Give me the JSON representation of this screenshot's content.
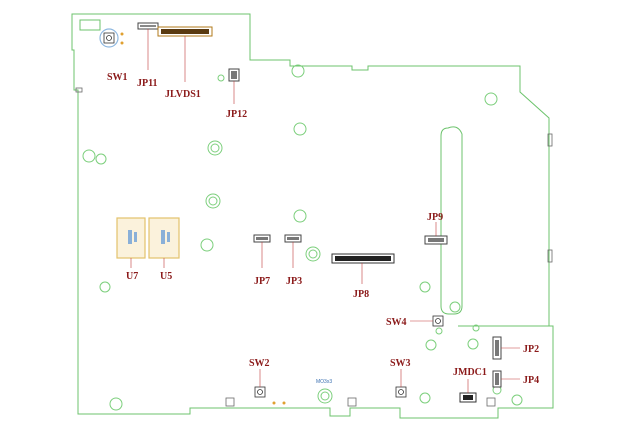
{
  "labels": {
    "sw1": "SW1",
    "jp11": "JP11",
    "jlvds1": "JLVDS1",
    "jp12": "JP12",
    "jp9": "JP9",
    "u7": "U7",
    "u5": "U5",
    "jp7": "JP7",
    "jp3": "JP3",
    "jp8": "JP8",
    "sw4": "SW4",
    "jp2": "JP2",
    "jmdc1": "JMDC1",
    "jp4": "JP4",
    "sw2": "SW2",
    "sw3": "SW3",
    "mark": "MO3x3"
  },
  "colors": {
    "outline": "#6cc36c",
    "label": "#8b1a1a",
    "chip": "#e3c26b"
  }
}
